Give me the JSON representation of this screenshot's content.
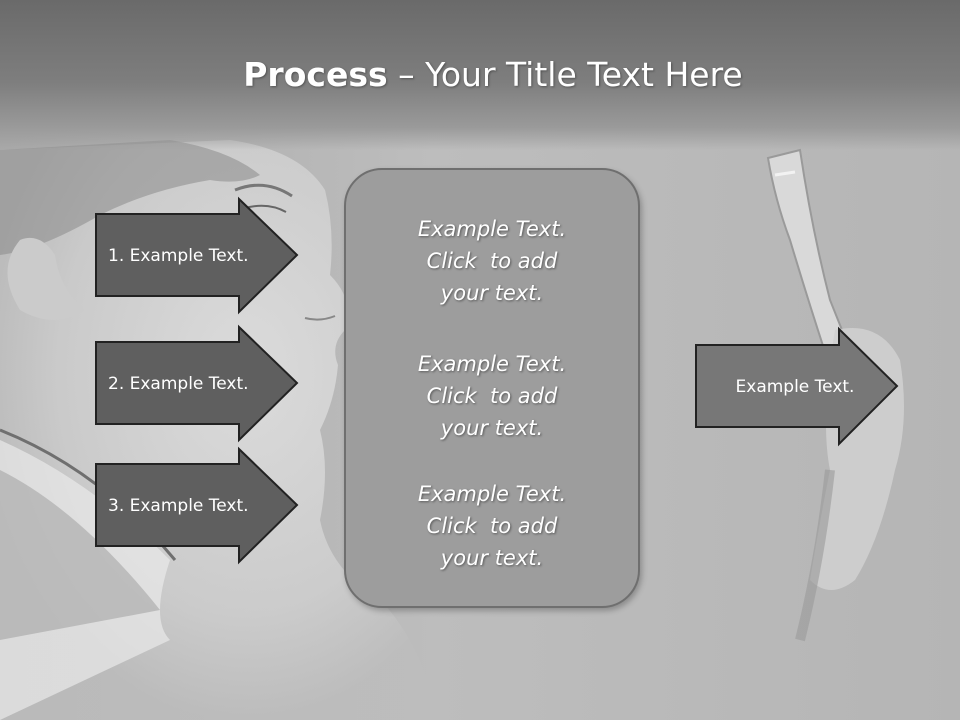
{
  "slide": {
    "title_bold": "Process",
    "title_rest": " – Your Title Text Here"
  },
  "left_arrows": [
    {
      "label": "1. Example Text."
    },
    {
      "label": "2. Example Text."
    },
    {
      "label": "3. Example Text."
    }
  ],
  "center_panel": {
    "blocks": [
      {
        "lines": [
          "Example Text.",
          "Click  to add",
          "your text."
        ]
      },
      {
        "lines": [
          "Example Text.",
          "Click  to add",
          "your text."
        ]
      },
      {
        "lines": [
          "Example Text.",
          "Click  to add",
          "your text."
        ]
      }
    ]
  },
  "right_arrow": {
    "label": "Example Text."
  },
  "colors": {
    "arrow_fill": "#5f5f5f",
    "right_arrow_fill": "#777777",
    "arrow_stroke": "#222222",
    "panel_fill": "#9d9d9d",
    "title_bar": "#6a6a6a",
    "background": "#b9b9b9"
  },
  "images": {
    "background_photo": "grayscale photo of a man looking through a magnifying glass"
  }
}
